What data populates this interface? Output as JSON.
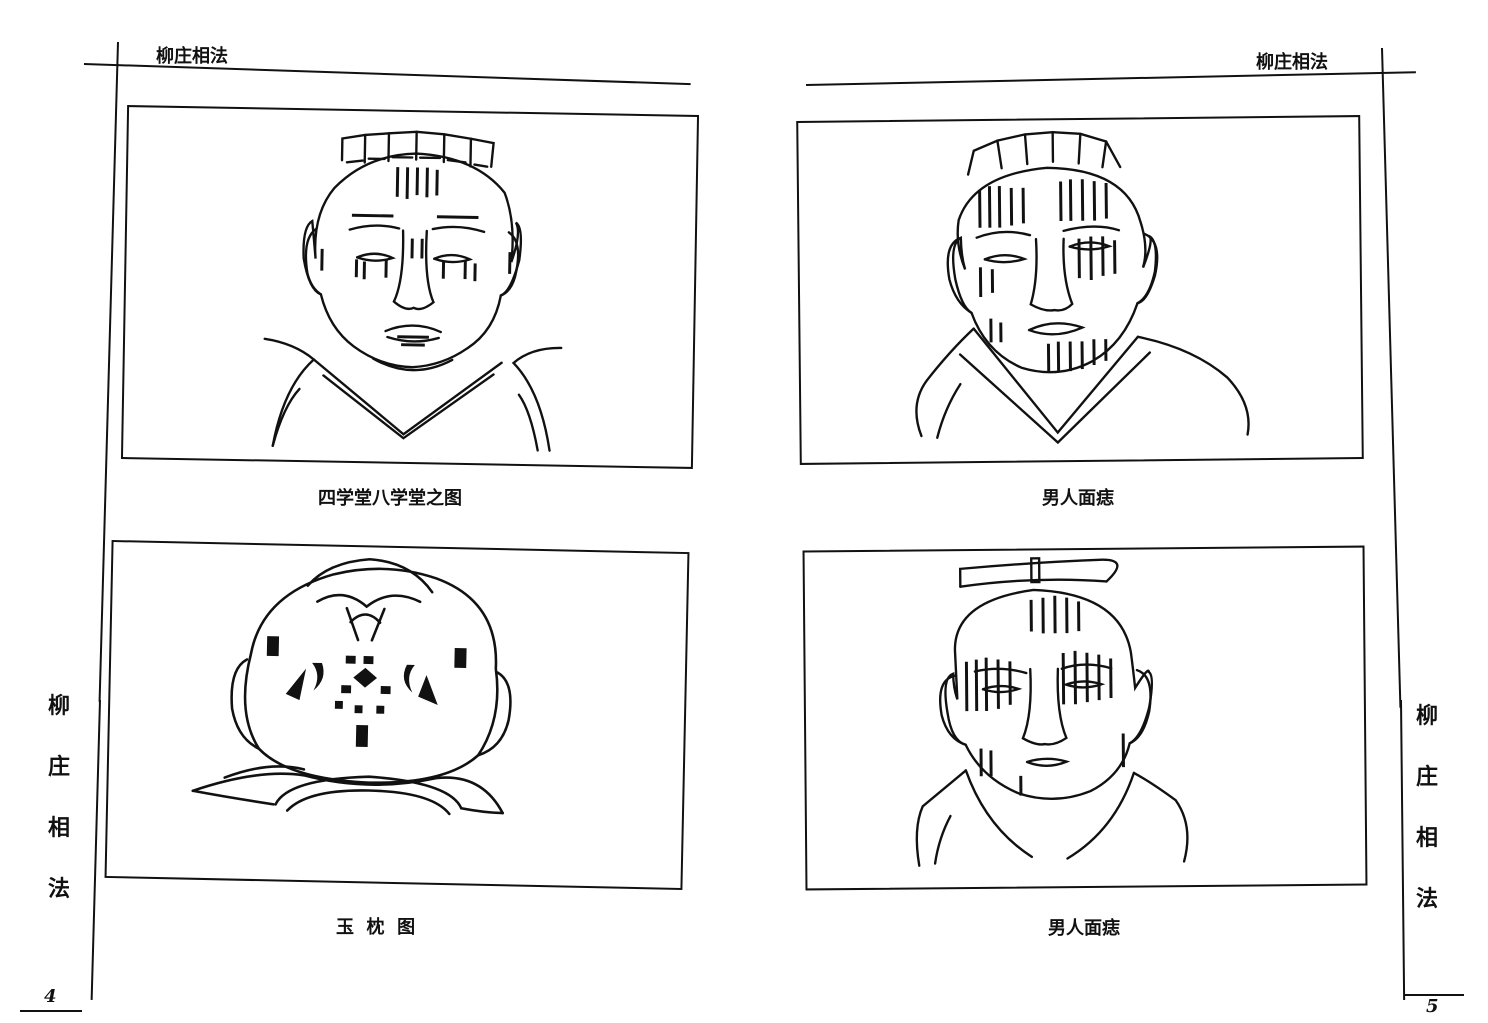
{
  "left_page": {
    "header": "柳庄相法",
    "side_title": [
      "柳",
      "庄",
      "相",
      "法"
    ],
    "page_number": "4",
    "figures": [
      {
        "caption": "四学堂八学堂之图"
      },
      {
        "caption": "玉  枕  图"
      }
    ]
  },
  "right_page": {
    "header": "柳庄相法",
    "side_title": [
      "柳",
      "庄",
      "相",
      "法"
    ],
    "page_number": "5",
    "figures": [
      {
        "caption": "男人面痣"
      },
      {
        "caption": "男人面痣"
      }
    ]
  }
}
